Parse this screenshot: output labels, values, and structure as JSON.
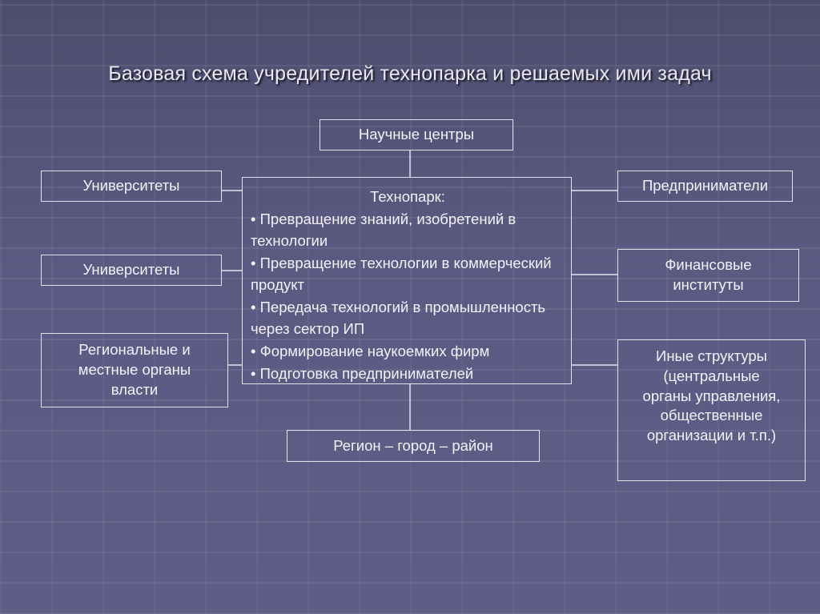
{
  "title": "Базовая схема учредителей технопарка и решаемых ими задач",
  "nodes": {
    "science_centers": [
      "Научные центры"
    ],
    "universities_1": [
      "Университеты"
    ],
    "universities_2": [
      "Университеты"
    ],
    "regional_authorities": [
      "Региональные и",
      "местные органы",
      "власти"
    ],
    "entrepreneurs": [
      "Предприниматели"
    ],
    "financial_institutions": [
      "Финансовые",
      "институты"
    ],
    "other_structures": [
      "Иные структуры",
      "(центральные",
      "органы управления,",
      "общественные",
      "организации и т.п.)"
    ],
    "region": [
      "Регион – город – район"
    ]
  },
  "technopark": {
    "heading": "Технопарк:",
    "items": [
      "Превращение знаний, изобретений в технологии",
      "Превращение технологии в коммерческий продукт",
      "Передача технологий в промышленность через сектор ИП",
      "Формирование наукоемких фирм",
      "Подготовка предпринимателей"
    ]
  },
  "colors": {
    "background": "#5c5a82",
    "border": "#e2e2ee",
    "text": "#f2f2f8"
  }
}
